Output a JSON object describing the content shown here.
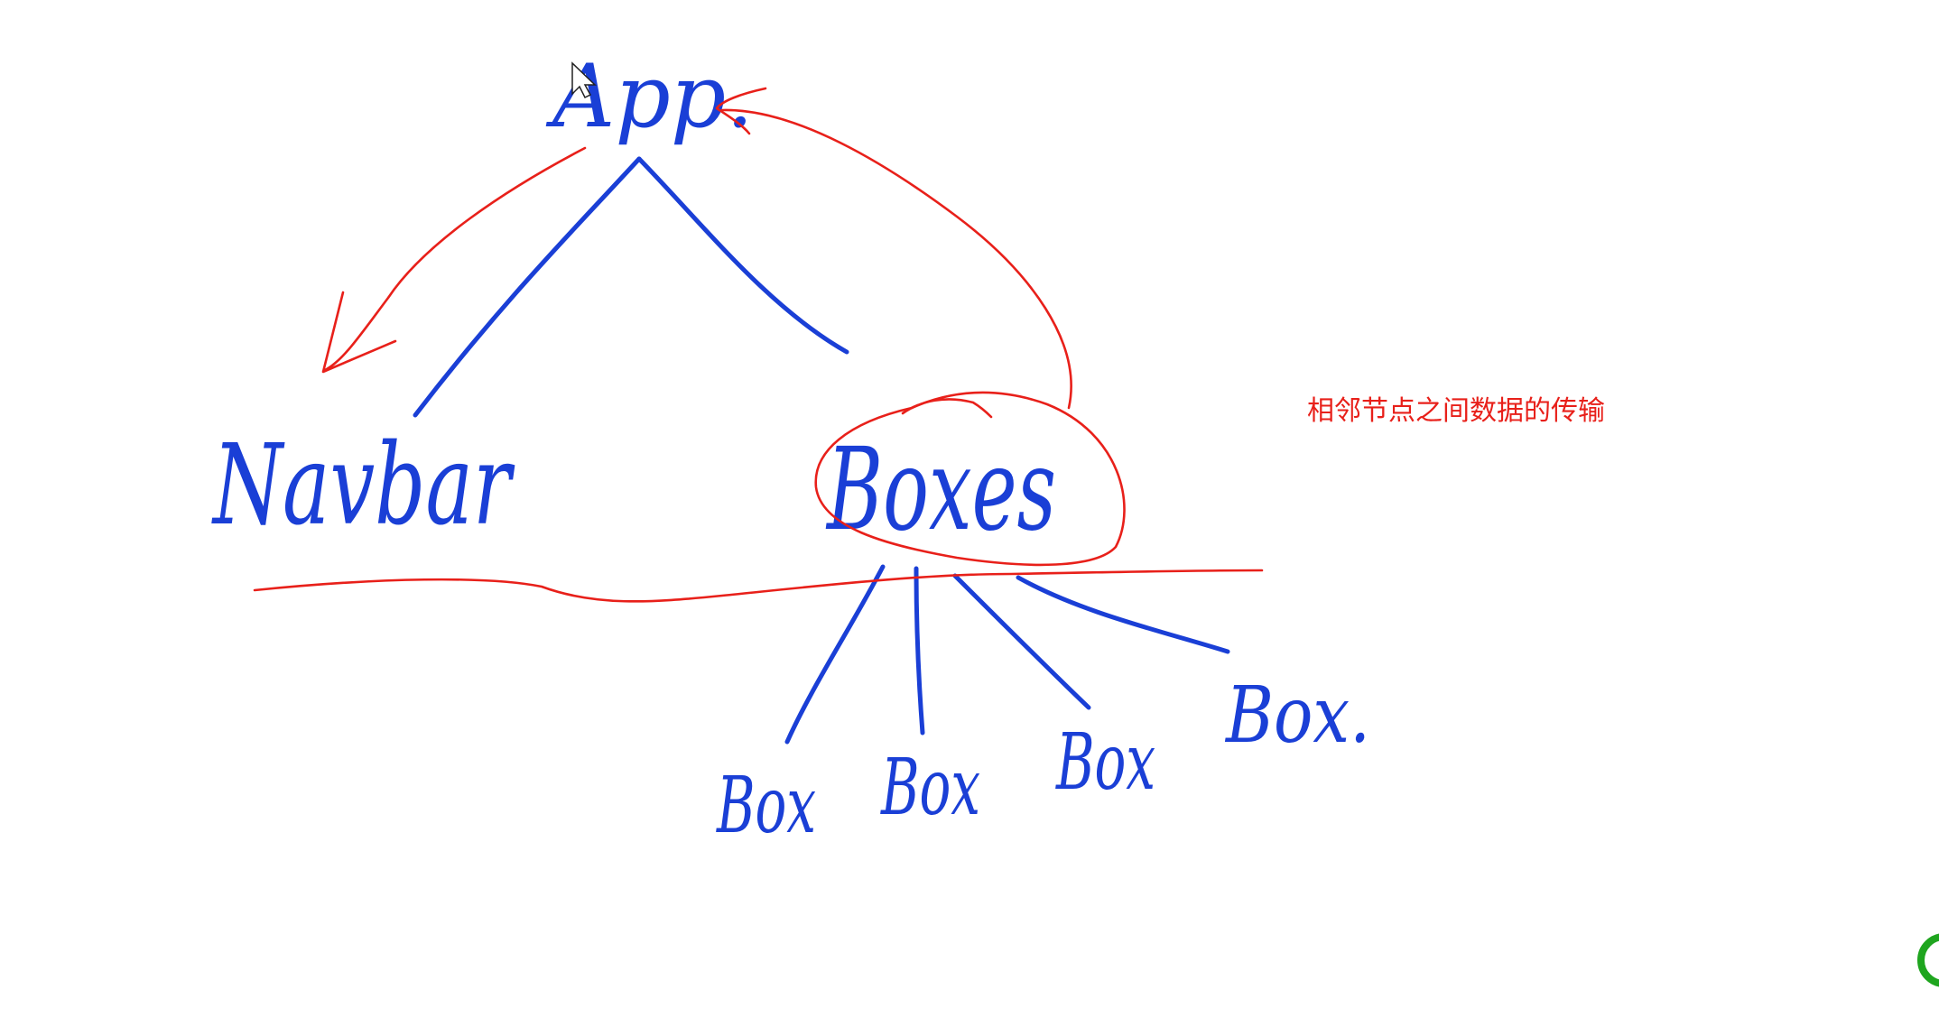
{
  "diagram": {
    "root": {
      "label": "App."
    },
    "left_child": {
      "label": "Navbar"
    },
    "right_child": {
      "label": "Boxes"
    },
    "leaves": [
      {
        "label": "Box"
      },
      {
        "label": "Box"
      },
      {
        "label": "Box"
      },
      {
        "label": "Box."
      }
    ],
    "caption": "相邻节点之间数据的传输"
  },
  "colors": {
    "ink_blue": "#1a3fd6",
    "ink_red": "#e8201a",
    "status_green": "#1fa51f"
  },
  "icons": {
    "cursor": "mouse-pointer-icon",
    "status": "status-circle-icon"
  }
}
